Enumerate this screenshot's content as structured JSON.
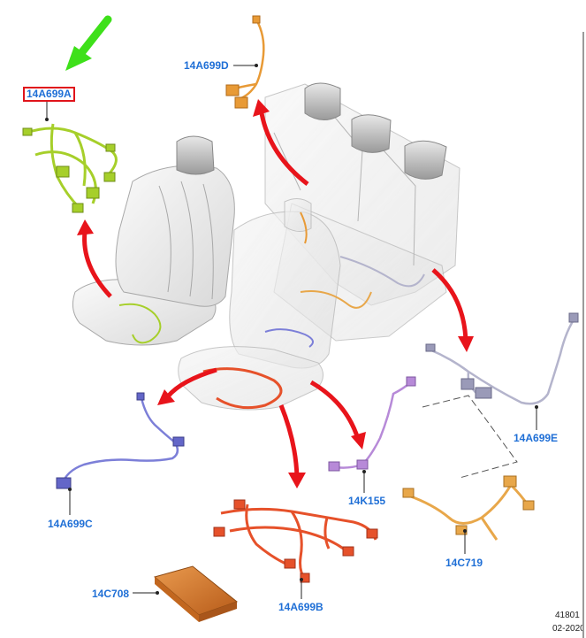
{
  "labels": {
    "a": "14A699A",
    "b": "14A699B",
    "c": "14A699C",
    "d": "14A699D",
    "e": "14A699E",
    "k155": "14K155",
    "c719": "14C719",
    "c708": "14C708"
  },
  "footer": {
    "ref": "41801",
    "date": "02-2020"
  },
  "colors": {
    "label": "#1f6fd6",
    "highlight_box": "#e0141b",
    "pointer_arrow": "#3ee01a",
    "move_arrow": "#e8141b",
    "harness_a": "#a6cf2a",
    "harness_b": "#e6512a",
    "harness_c": "#7c7fd8",
    "harness_d": "#e89a36",
    "harness_e": "#b4b4cc",
    "harness_k155": "#b78ad8",
    "harness_c719": "#e8a74a",
    "module_c708": "#d9792a"
  }
}
